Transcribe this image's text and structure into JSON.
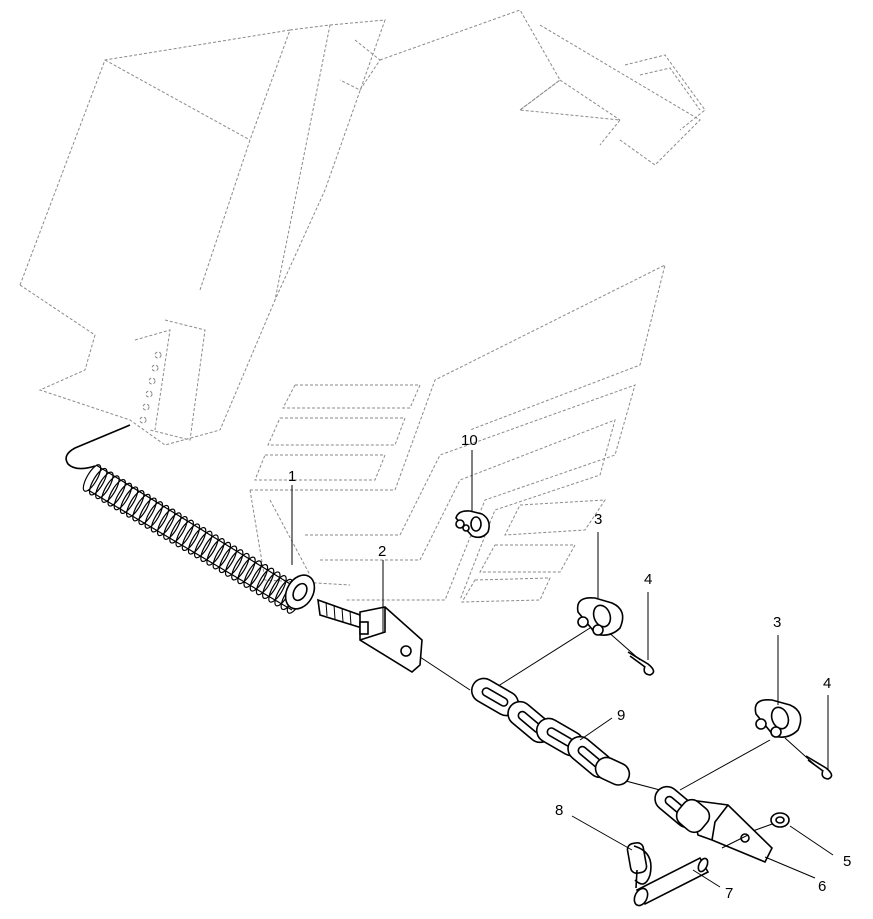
{
  "callouts": [
    {
      "id": "1"
    },
    {
      "id": "2"
    },
    {
      "id": "3a",
      "text": "3"
    },
    {
      "id": "3b",
      "text": "3"
    },
    {
      "id": "4a",
      "text": "4"
    },
    {
      "id": "4b",
      "text": "4"
    },
    {
      "id": "5"
    },
    {
      "id": "6"
    },
    {
      "id": "7"
    },
    {
      "id": "8"
    },
    {
      "id": "9"
    },
    {
      "id": "10"
    }
  ],
  "labels": {
    "c1": "1",
    "c2": "2",
    "c3a": "3",
    "c3b": "3",
    "c4a": "4",
    "c4b": "4",
    "c5": "5",
    "c6": "6",
    "c7": "7",
    "c8": "8",
    "c9": "9",
    "c10": "10"
  }
}
